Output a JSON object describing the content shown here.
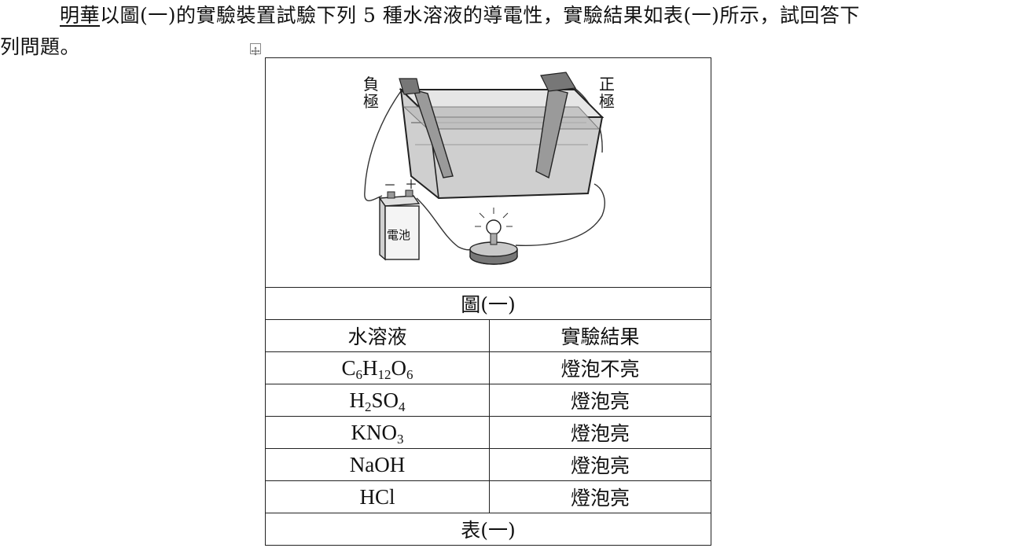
{
  "question": {
    "name": "明華",
    "line1_rest": "以圖(一)的實驗裝置試驗下列 5 種水溶液的導電性，實驗結果如表(一)所示，試回答下",
    "line2": "列問題。"
  },
  "figure": {
    "negative_label": [
      "負",
      "極"
    ],
    "positive_label": [
      "正",
      "極"
    ],
    "battery_label": "電池",
    "battery_minus": "－",
    "battery_plus": "＋",
    "caption": "圖(一)"
  },
  "table": {
    "headers": [
      "水溶液",
      "實驗結果"
    ],
    "rows": [
      {
        "formula": [
          [
            "C",
            ""
          ],
          [
            "6",
            "sub"
          ],
          [
            "H",
            ""
          ],
          [
            "12",
            "sub"
          ],
          [
            "O",
            ""
          ],
          [
            "6",
            "sub"
          ]
        ],
        "result": "燈泡不亮"
      },
      {
        "formula": [
          [
            "H",
            ""
          ],
          [
            "2",
            "sub"
          ],
          [
            "SO",
            ""
          ],
          [
            "4",
            "sub"
          ]
        ],
        "result": "燈泡亮"
      },
      {
        "formula": [
          [
            "KNO",
            ""
          ],
          [
            "3",
            "sub"
          ]
        ],
        "result": "燈泡亮"
      },
      {
        "formula": [
          [
            "NaOH",
            ""
          ]
        ],
        "result": "燈泡亮"
      },
      {
        "formula": [
          [
            "HCl",
            ""
          ]
        ],
        "result": "燈泡亮"
      }
    ],
    "caption": "表(一)"
  },
  "icons": {
    "move_handle": "move-handle-icon"
  }
}
